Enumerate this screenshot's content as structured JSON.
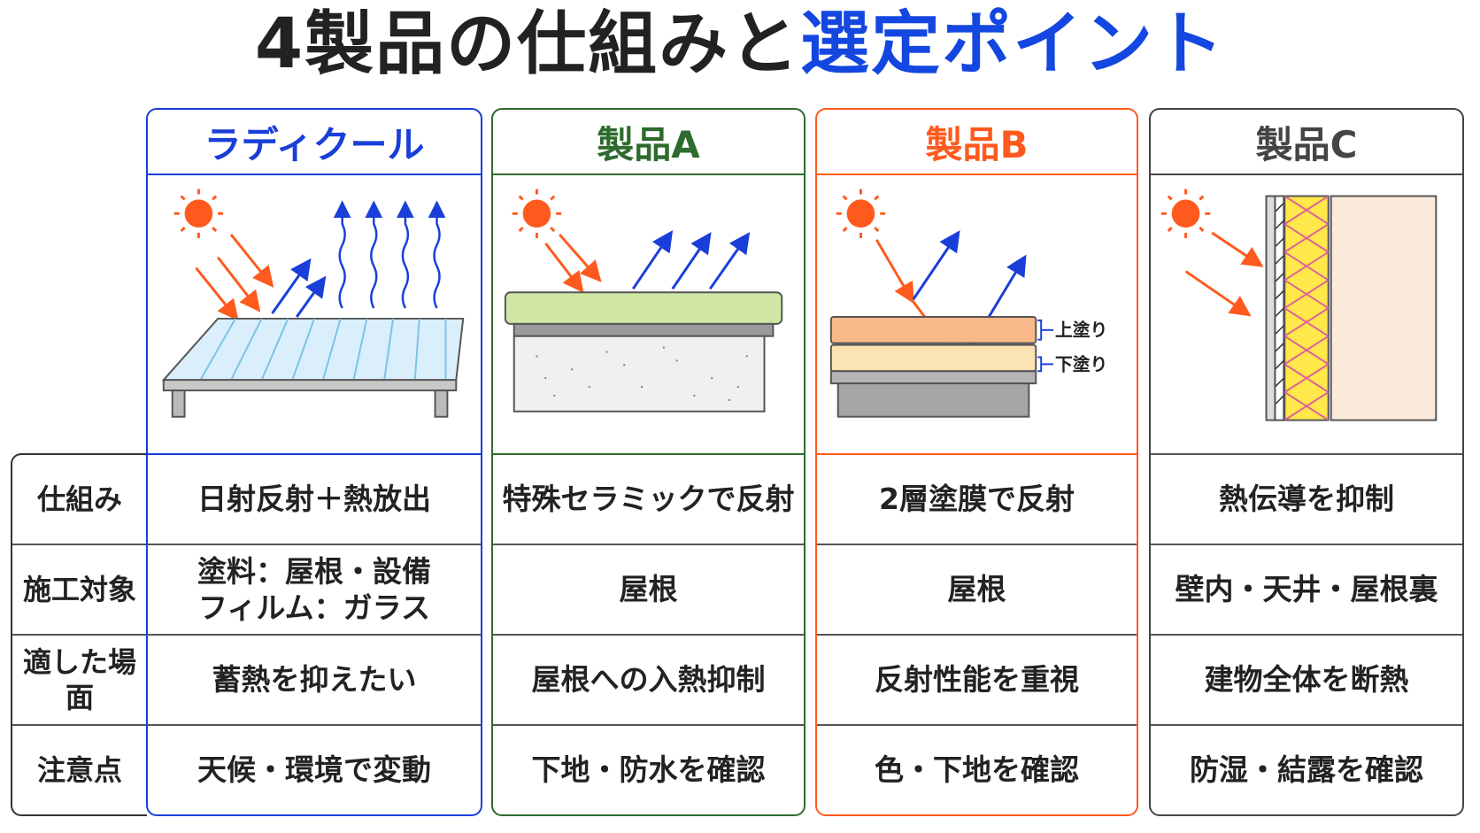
{
  "title": {
    "part1": "4製品の仕組みと",
    "part2": "選定ポイント"
  },
  "row_labels": [
    "仕組み",
    "施工対象",
    "適した場面",
    "注意点"
  ],
  "colors": {
    "blue": "#1a3fd8",
    "green": "#2e6b2e",
    "orange": "#ff5a1e",
    "gray": "#444444",
    "title_accent": "#1446e0"
  },
  "columns": [
    {
      "name": "ラディクール",
      "mechanism": "日射反射＋熱放出",
      "target_line1": "塗料：屋根・設備",
      "target_line2": "フィルム：ガラス",
      "scene": "蓄熱を抑えたい",
      "caution": "天候・環境で変動"
    },
    {
      "name": "製品A",
      "mechanism": "特殊セラミックで反射",
      "target": "屋根",
      "scene": "屋根への入熱抑制",
      "caution": "下地・防水を確認"
    },
    {
      "name": "製品B",
      "mechanism": "2層塗膜で反射",
      "target": "屋根",
      "scene": "反射性能を重視",
      "caution": "色・下地を確認",
      "layer_top": "上塗り",
      "layer_bottom": "下塗り"
    },
    {
      "name": "製品C",
      "mechanism": "熱伝導を抑制",
      "target": "壁内・天井・屋根裏",
      "scene": "建物全体を断熱",
      "caution": "防湿・結露を確認"
    }
  ]
}
